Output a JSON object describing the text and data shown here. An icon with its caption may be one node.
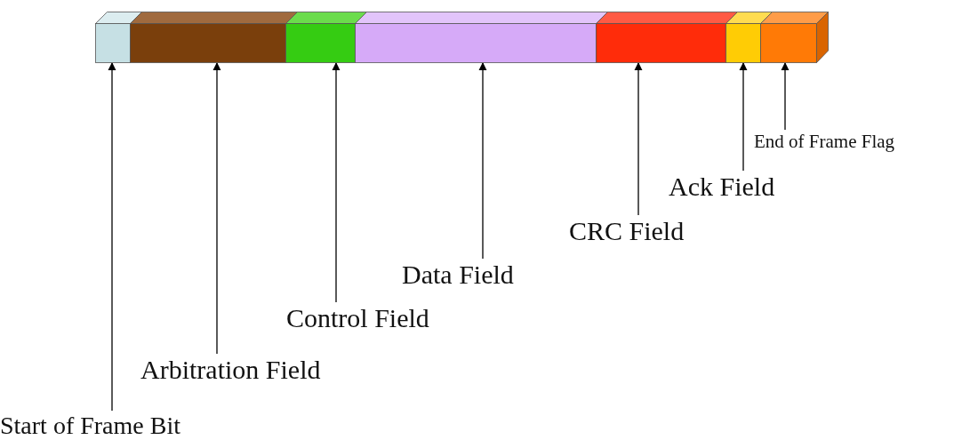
{
  "diagram": {
    "nodes": [
      {
        "text": [],
        "shape": "bar"
      },
      {
        "text": [],
        "shape": "bar"
      },
      {
        "text": [],
        "shape": "bar"
      },
      {
        "text": [],
        "shape": "bar"
      },
      {
        "text": [],
        "shape": "bar"
      },
      {
        "text": [],
        "shape": "bar"
      },
      {
        "text": [],
        "shape": "bar"
      },
      {
        "text": [
          "Start of Frame Bit"
        ]
      },
      {
        "text": [
          "Arbitration Field"
        ]
      },
      {
        "text": [
          "Control Field"
        ]
      },
      {
        "text": [
          "Data Field"
        ]
      },
      {
        "text": [
          "CRC Field"
        ]
      },
      {
        "text": [
          "Ack Field"
        ]
      },
      {
        "text": [
          "End of Frame Flag"
        ]
      }
    ],
    "edges": [
      {
        "from": 7,
        "to": 0,
        "arrow": "to"
      },
      {
        "from": 8,
        "to": 1,
        "arrow": "to"
      },
      {
        "from": 9,
        "to": 2,
        "arrow": "to"
      },
      {
        "from": 10,
        "to": 3,
        "arrow": "to"
      },
      {
        "from": 11,
        "to": 4,
        "arrow": "to"
      },
      {
        "from": 12,
        "to": 5,
        "arrow": "to"
      },
      {
        "from": 13,
        "to": 6,
        "arrow": "to"
      }
    ]
  }
}
